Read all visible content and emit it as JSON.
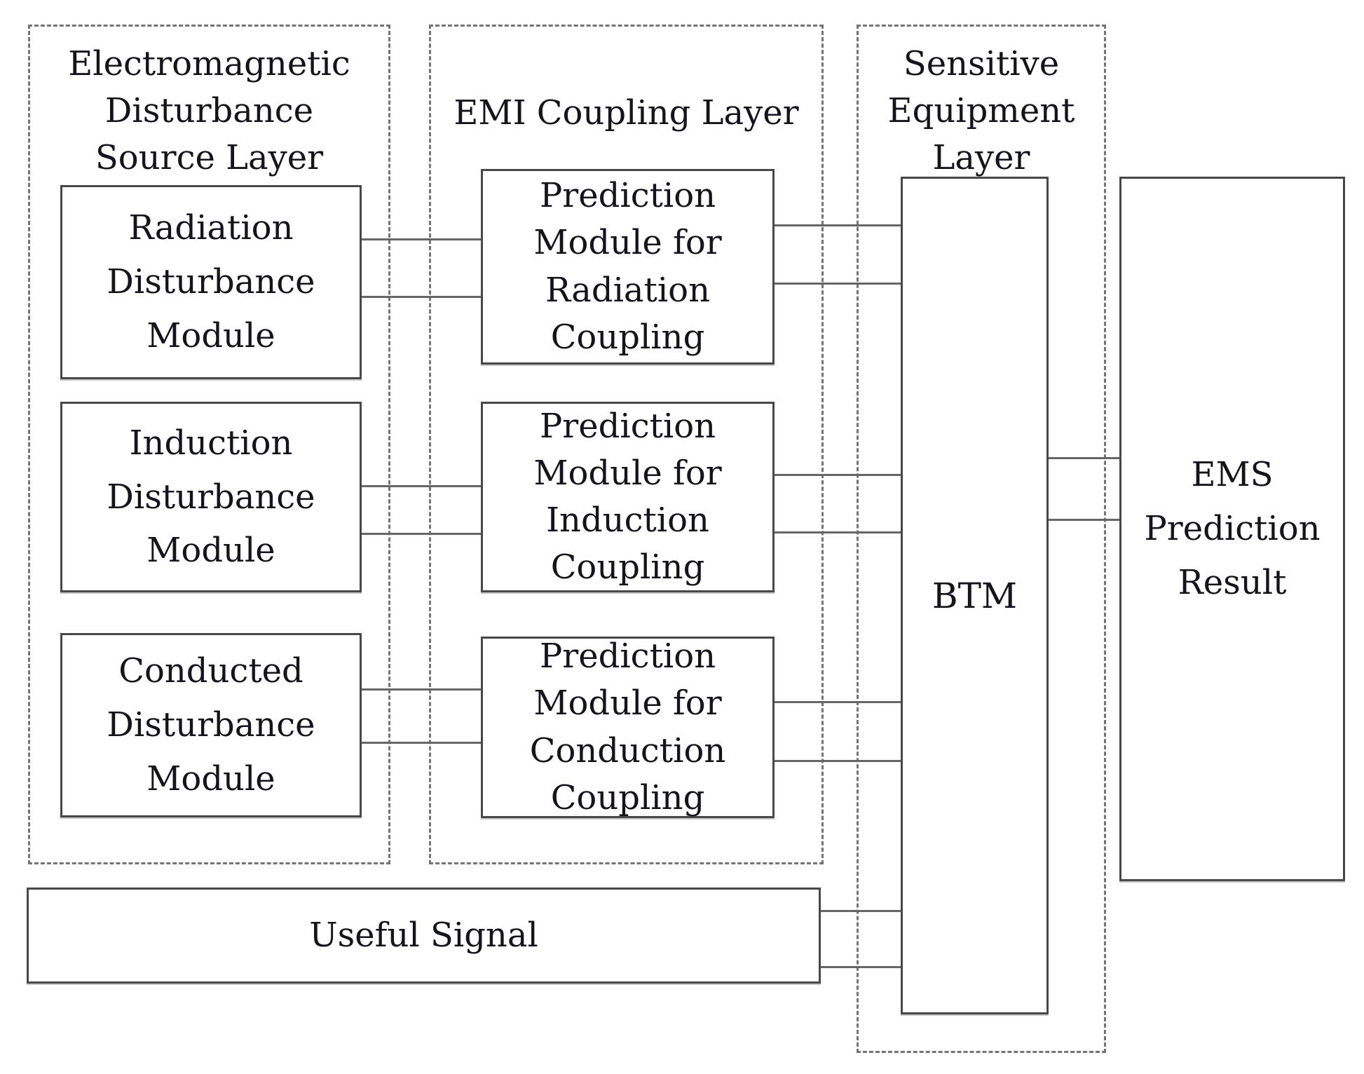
{
  "figure": {
    "type": "block-diagram",
    "background_color": "#ffffff",
    "box_border_color": "#484848",
    "dashed_border_color": "#757575",
    "connector_color": "#666666",
    "text_color": "#14141d"
  },
  "layers": {
    "source": {
      "title": "Electromagnetic\nDisturbance\nSource Layer",
      "modules": [
        {
          "label": "Radiation\nDisturbance\nModule"
        },
        {
          "label": "Induction\nDisturbance\nModule"
        },
        {
          "label": "Conducted\nDisturbance\nModule"
        }
      ]
    },
    "coupling": {
      "title": "EMI Coupling Layer",
      "modules": [
        {
          "label": "Prediction\nModule for\nRadiation\nCoupling"
        },
        {
          "label": "Prediction\nModule for\nInduction\nCoupling"
        },
        {
          "label": "Prediction\nModule for\nConduction\nCoupling"
        }
      ]
    },
    "sensitive": {
      "title": "Sensitive\nEquipment\nLayer",
      "btm_label": "BTM"
    }
  },
  "result_box": {
    "label": "EMS\nPrediction\nResult"
  },
  "useful_signal": {
    "label": "Useful Signal"
  },
  "connections": [
    {
      "from": "Radiation Disturbance Module",
      "to": "Prediction Module for Radiation Coupling",
      "style": "double-line"
    },
    {
      "from": "Prediction Module for Radiation Coupling",
      "to": "BTM",
      "style": "double-line"
    },
    {
      "from": "Induction Disturbance Module",
      "to": "Prediction Module for Induction Coupling",
      "style": "double-line"
    },
    {
      "from": "Prediction Module for Induction Coupling",
      "to": "BTM",
      "style": "double-line"
    },
    {
      "from": "Conducted Disturbance Module",
      "to": "Prediction Module for Conduction Coupling",
      "style": "double-line"
    },
    {
      "from": "Prediction Module for Conduction Coupling",
      "to": "BTM",
      "style": "double-line"
    },
    {
      "from": "Useful Signal",
      "to": "BTM",
      "style": "double-line"
    },
    {
      "from": "BTM",
      "to": "EMS Prediction Result",
      "style": "double-line"
    }
  ]
}
